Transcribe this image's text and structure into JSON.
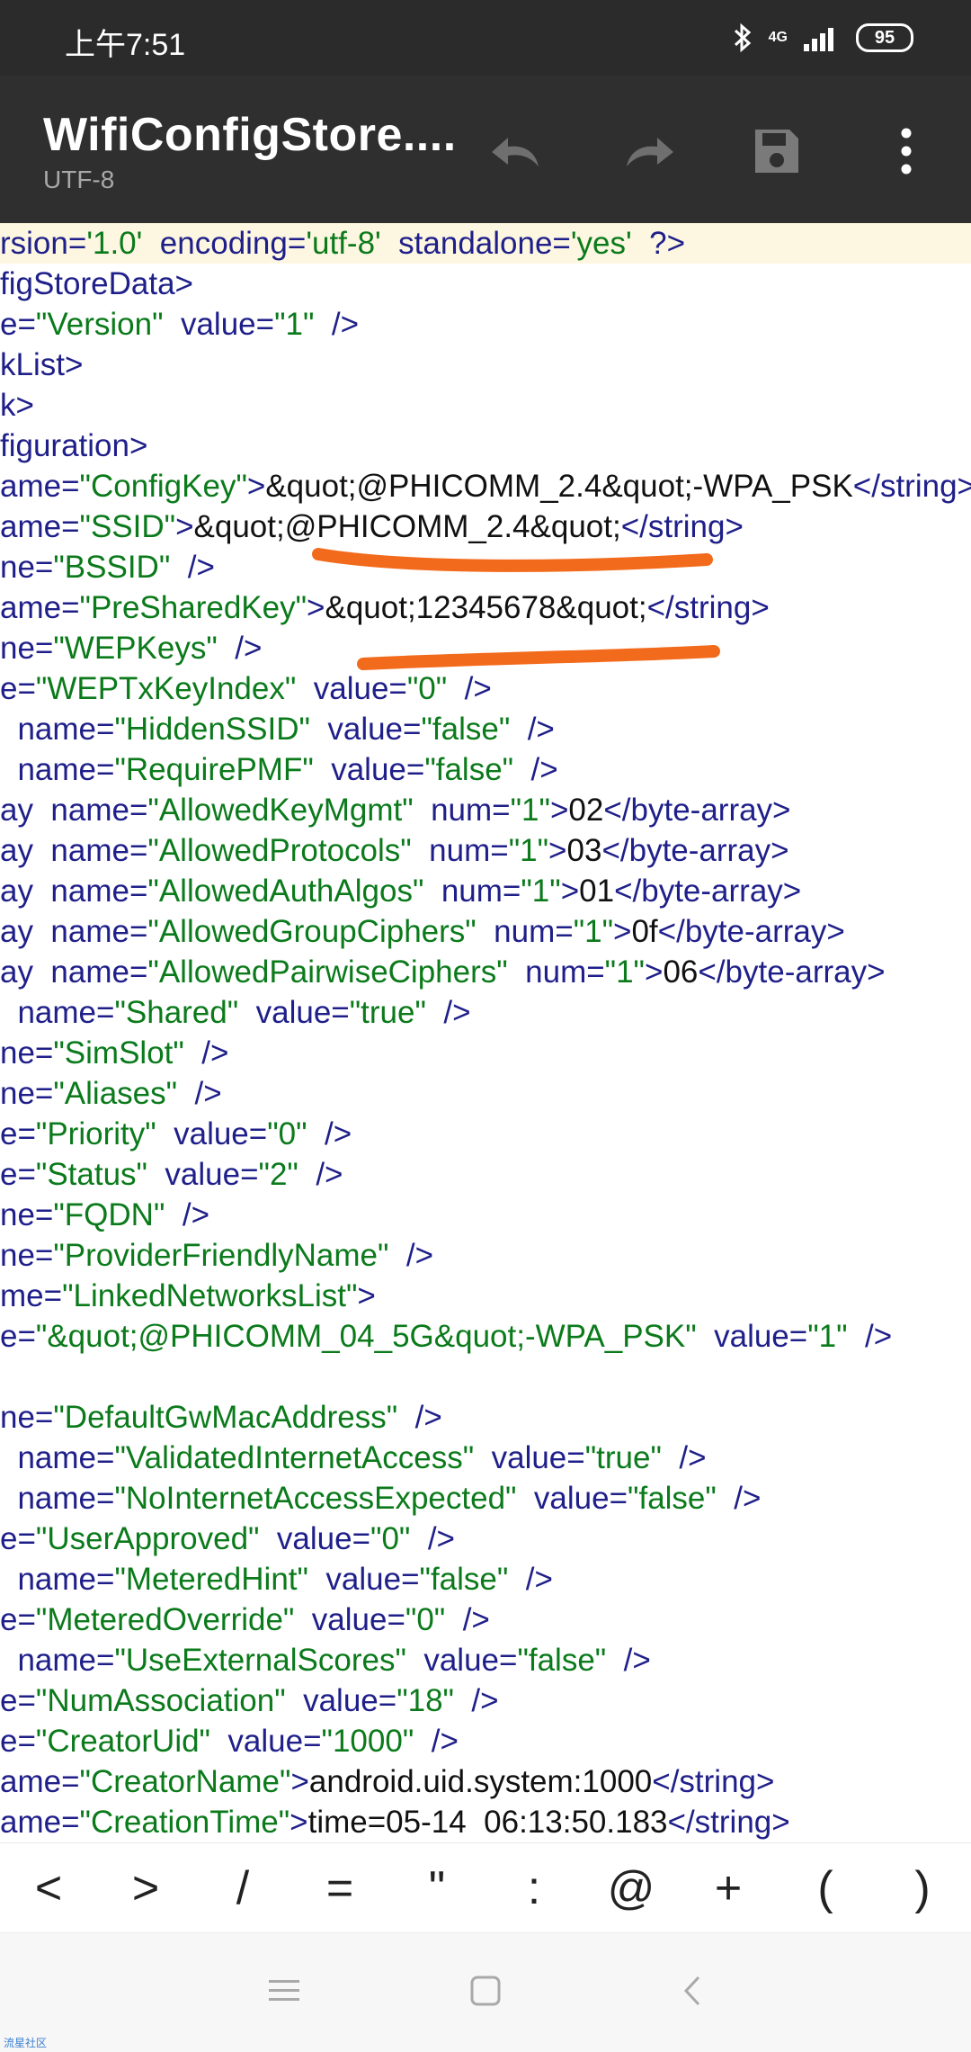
{
  "status_bar": {
    "time": "上午7:51",
    "network": "4G",
    "battery": "95"
  },
  "app_bar": {
    "title": "WifiConfigStore....",
    "encoding": "UTF-8",
    "icons": [
      "undo-icon",
      "redo-icon",
      "save-icon",
      "more-vert-icon"
    ]
  },
  "editor": {
    "colors": {
      "tag": "#1f1f8a",
      "value": "#0b7a1b",
      "text": "#111111",
      "highlight": "#fdf7e1",
      "annotation": "#f26a1b"
    },
    "lines": [
      [
        [
          "k",
          "rsion="
        ],
        [
          "v",
          "'1.0'"
        ],
        [
          "k",
          "  encoding="
        ],
        [
          "v",
          "'utf-8'"
        ],
        [
          "k",
          "  standalone="
        ],
        [
          "v",
          "'yes'"
        ],
        [
          "k",
          "  ?>"
        ]
      ],
      [
        [
          "t",
          "figStoreData>"
        ]
      ],
      [
        [
          "k",
          "e="
        ],
        [
          "v",
          "\"Version\""
        ],
        [
          "k",
          "  value="
        ],
        [
          "v",
          "\"1\""
        ],
        [
          "k",
          "  />"
        ]
      ],
      [
        [
          "t",
          "kList>"
        ]
      ],
      [
        [
          "t",
          "k>"
        ]
      ],
      [
        [
          "t",
          "figuration>"
        ]
      ],
      [
        [
          "k",
          "ame="
        ],
        [
          "v",
          "\"ConfigKey\""
        ],
        [
          "k",
          ">"
        ],
        [
          "p",
          "&quot;@PHICOMM_2.4&quot;-WPA_PSK"
        ],
        [
          "t",
          "</string>"
        ]
      ],
      [
        [
          "k",
          "ame="
        ],
        [
          "v",
          "\"SSID\""
        ],
        [
          "k",
          ">"
        ],
        [
          "p",
          "&quot;@PHICOMM_2.4&quot;"
        ],
        [
          "t",
          "</string>"
        ]
      ],
      [
        [
          "k",
          "ne="
        ],
        [
          "v",
          "\"BSSID\""
        ],
        [
          "k",
          "  />"
        ]
      ],
      [
        [
          "k",
          "ame="
        ],
        [
          "v",
          "\"PreSharedKey\""
        ],
        [
          "k",
          ">"
        ],
        [
          "p",
          "&quot;12345678&quot;"
        ],
        [
          "t",
          "</string>"
        ]
      ],
      [
        [
          "k",
          "ne="
        ],
        [
          "v",
          "\"WEPKeys\""
        ],
        [
          "k",
          "  />"
        ]
      ],
      [
        [
          "k",
          "e="
        ],
        [
          "v",
          "\"WEPTxKeyIndex\""
        ],
        [
          "k",
          "  value="
        ],
        [
          "v",
          "\"0\""
        ],
        [
          "k",
          "  />"
        ]
      ],
      [
        [
          "k",
          "  name="
        ],
        [
          "v",
          "\"HiddenSSID\""
        ],
        [
          "k",
          "  value="
        ],
        [
          "v",
          "\"false\""
        ],
        [
          "k",
          "  />"
        ]
      ],
      [
        [
          "k",
          "  name="
        ],
        [
          "v",
          "\"RequirePMF\""
        ],
        [
          "k",
          "  value="
        ],
        [
          "v",
          "\"false\""
        ],
        [
          "k",
          "  />"
        ]
      ],
      [
        [
          "k",
          "ay  name="
        ],
        [
          "v",
          "\"AllowedKeyMgmt\""
        ],
        [
          "k",
          "  num="
        ],
        [
          "v",
          "\"1\""
        ],
        [
          "k",
          ">"
        ],
        [
          "p",
          "02"
        ],
        [
          "t",
          "</byte-array>"
        ]
      ],
      [
        [
          "k",
          "ay  name="
        ],
        [
          "v",
          "\"AllowedProtocols\""
        ],
        [
          "k",
          "  num="
        ],
        [
          "v",
          "\"1\""
        ],
        [
          "k",
          ">"
        ],
        [
          "p",
          "03"
        ],
        [
          "t",
          "</byte-array>"
        ]
      ],
      [
        [
          "k",
          "ay  name="
        ],
        [
          "v",
          "\"AllowedAuthAlgos\""
        ],
        [
          "k",
          "  num="
        ],
        [
          "v",
          "\"1\""
        ],
        [
          "k",
          ">"
        ],
        [
          "p",
          "01"
        ],
        [
          "t",
          "</byte-array>"
        ]
      ],
      [
        [
          "k",
          "ay  name="
        ],
        [
          "v",
          "\"AllowedGroupCiphers\""
        ],
        [
          "k",
          "  num="
        ],
        [
          "v",
          "\"1\""
        ],
        [
          "k",
          ">"
        ],
        [
          "p",
          "0f"
        ],
        [
          "t",
          "</byte-array>"
        ]
      ],
      [
        [
          "k",
          "ay  name="
        ],
        [
          "v",
          "\"AllowedPairwiseCiphers\""
        ],
        [
          "k",
          "  num="
        ],
        [
          "v",
          "\"1\""
        ],
        [
          "k",
          ">"
        ],
        [
          "p",
          "06"
        ],
        [
          "t",
          "</byte-array>"
        ]
      ],
      [
        [
          "k",
          "  name="
        ],
        [
          "v",
          "\"Shared\""
        ],
        [
          "k",
          "  value="
        ],
        [
          "v",
          "\"true\""
        ],
        [
          "k",
          "  />"
        ]
      ],
      [
        [
          "k",
          "ne="
        ],
        [
          "v",
          "\"SimSlot\""
        ],
        [
          "k",
          "  />"
        ]
      ],
      [
        [
          "k",
          "ne="
        ],
        [
          "v",
          "\"Aliases\""
        ],
        [
          "k",
          "  />"
        ]
      ],
      [
        [
          "k",
          "e="
        ],
        [
          "v",
          "\"Priority\""
        ],
        [
          "k",
          "  value="
        ],
        [
          "v",
          "\"0\""
        ],
        [
          "k",
          "  />"
        ]
      ],
      [
        [
          "k",
          "e="
        ],
        [
          "v",
          "\"Status\""
        ],
        [
          "k",
          "  value="
        ],
        [
          "v",
          "\"2\""
        ],
        [
          "k",
          "  />"
        ]
      ],
      [
        [
          "k",
          "ne="
        ],
        [
          "v",
          "\"FQDN\""
        ],
        [
          "k",
          "  />"
        ]
      ],
      [
        [
          "k",
          "ne="
        ],
        [
          "v",
          "\"ProviderFriendlyName\""
        ],
        [
          "k",
          "  />"
        ]
      ],
      [
        [
          "k",
          "me="
        ],
        [
          "v",
          "\"LinkedNetworksList\""
        ],
        [
          "k",
          ">"
        ]
      ],
      [
        [
          "k",
          "e="
        ],
        [
          "v",
          "\"&quot;@PHICOMM_04_5G&quot;-WPA_PSK\""
        ],
        [
          "k",
          "  value="
        ],
        [
          "v",
          "\"1\""
        ],
        [
          "k",
          "  />"
        ]
      ],
      [],
      [
        [
          "k",
          "ne="
        ],
        [
          "v",
          "\"DefaultGwMacAddress\""
        ],
        [
          "k",
          "  />"
        ]
      ],
      [
        [
          "k",
          "  name="
        ],
        [
          "v",
          "\"ValidatedInternetAccess\""
        ],
        [
          "k",
          "  value="
        ],
        [
          "v",
          "\"true\""
        ],
        [
          "k",
          "  />"
        ]
      ],
      [
        [
          "k",
          "  name="
        ],
        [
          "v",
          "\"NoInternetAccessExpected\""
        ],
        [
          "k",
          "  value="
        ],
        [
          "v",
          "\"false\""
        ],
        [
          "k",
          "  />"
        ]
      ],
      [
        [
          "k",
          "e="
        ],
        [
          "v",
          "\"UserApproved\""
        ],
        [
          "k",
          "  value="
        ],
        [
          "v",
          "\"0\""
        ],
        [
          "k",
          "  />"
        ]
      ],
      [
        [
          "k",
          "  name="
        ],
        [
          "v",
          "\"MeteredHint\""
        ],
        [
          "k",
          "  value="
        ],
        [
          "v",
          "\"false\""
        ],
        [
          "k",
          "  />"
        ]
      ],
      [
        [
          "k",
          "e="
        ],
        [
          "v",
          "\"MeteredOverride\""
        ],
        [
          "k",
          "  value="
        ],
        [
          "v",
          "\"0\""
        ],
        [
          "k",
          "  />"
        ]
      ],
      [
        [
          "k",
          "  name="
        ],
        [
          "v",
          "\"UseExternalScores\""
        ],
        [
          "k",
          "  value="
        ],
        [
          "v",
          "\"false\""
        ],
        [
          "k",
          "  />"
        ]
      ],
      [
        [
          "k",
          "e="
        ],
        [
          "v",
          "\"NumAssociation\""
        ],
        [
          "k",
          "  value="
        ],
        [
          "v",
          "\"18\""
        ],
        [
          "k",
          "  />"
        ]
      ],
      [
        [
          "k",
          "e="
        ],
        [
          "v",
          "\"CreatorUid\""
        ],
        [
          "k",
          "  value="
        ],
        [
          "v",
          "\"1000\""
        ],
        [
          "k",
          "  />"
        ]
      ],
      [
        [
          "k",
          "ame="
        ],
        [
          "v",
          "\"CreatorName\""
        ],
        [
          "k",
          ">"
        ],
        [
          "p",
          "android.uid.system:1000"
        ],
        [
          "t",
          "</string>"
        ]
      ],
      [
        [
          "k",
          "ame="
        ],
        [
          "v",
          "\"CreationTime\""
        ],
        [
          "k",
          ">"
        ],
        [
          "p",
          "time=05-14  06:13:50.183"
        ],
        [
          "t",
          "</string>"
        ]
      ]
    ]
  },
  "symbol_bar": {
    "keys": [
      "<",
      ">",
      "/",
      "=",
      "\"",
      ":",
      "@",
      "+",
      "(",
      ")"
    ]
  },
  "nav_bar": {
    "icons": [
      "menu-icon",
      "home-icon",
      "back-icon"
    ]
  },
  "watermark": "流星社区"
}
